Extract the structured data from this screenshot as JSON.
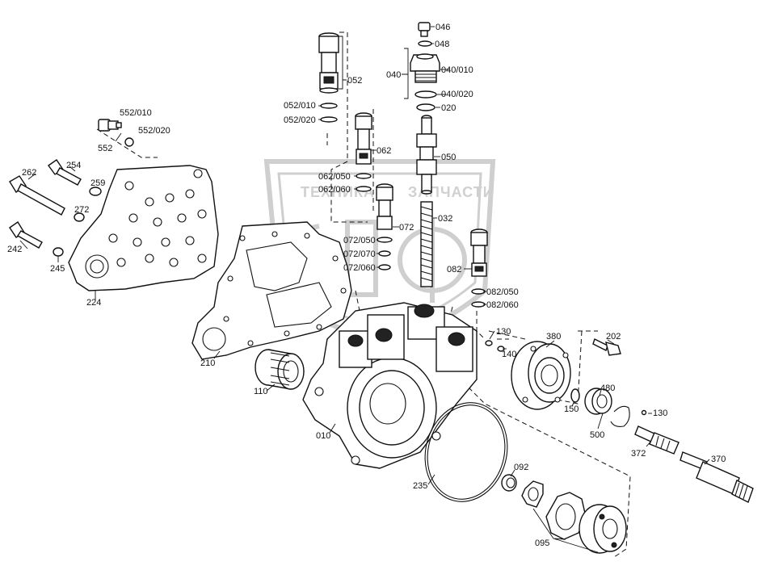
{
  "watermark": {
    "text_left": "ТЕХНИКА",
    "text_right": "ЗАПЧАСТИ",
    "logo": "СПФ",
    "color": "#cfcfcf"
  },
  "callouts": {
    "c046": "046",
    "c048": "048",
    "c040": "040",
    "c040_010": "040/010",
    "c040_020": "040/020",
    "c020": "020",
    "c050": "050",
    "c032": "032",
    "c052": "052",
    "c052_010": "052/010",
    "c052_020": "052/020",
    "c062": "062",
    "c062_050": "062/050",
    "c062_060": "062/060",
    "c072": "072",
    "c072_050": "072/050",
    "c072_070": "072/070",
    "c072_060": "072/060",
    "c082": "082",
    "c082_050": "082/050",
    "c082_060": "082/060",
    "c552": "552",
    "c552_010": "552/010",
    "c552_020": "552/020",
    "c262": "262",
    "c254": "254",
    "c259": "259",
    "c272": "272",
    "c242": "242",
    "c245": "245",
    "c224": "224",
    "c210": "210",
    "c110": "110",
    "c010": "010",
    "c130a": "130",
    "c140": "140",
    "c380": "380",
    "c202": "202",
    "c480": "480",
    "c150": "150",
    "c500": "500",
    "c130b": "130",
    "c372": "372",
    "c370": "370",
    "c235": "235",
    "c092": "092",
    "c095": "095"
  }
}
